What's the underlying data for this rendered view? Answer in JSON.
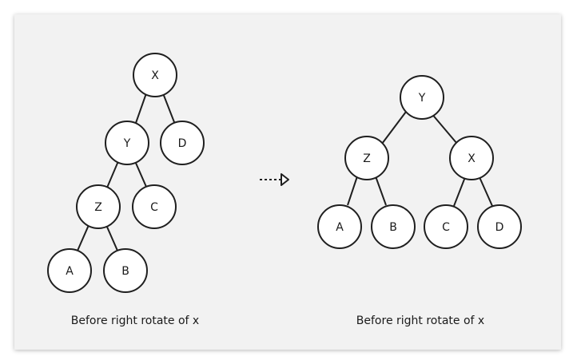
{
  "diagram": {
    "before_tree": {
      "caption": "Before right rotate of x",
      "nodes": [
        {
          "id": "X",
          "label": "X"
        },
        {
          "id": "Y",
          "label": "Y"
        },
        {
          "id": "D",
          "label": "D"
        },
        {
          "id": "Z",
          "label": "Z"
        },
        {
          "id": "C",
          "label": "C"
        },
        {
          "id": "A",
          "label": "A"
        },
        {
          "id": "B",
          "label": "B"
        }
      ],
      "edges": [
        [
          "X",
          "Y"
        ],
        [
          "X",
          "D"
        ],
        [
          "Y",
          "Z"
        ],
        [
          "Y",
          "C"
        ],
        [
          "Z",
          "A"
        ],
        [
          "Z",
          "B"
        ]
      ]
    },
    "after_tree": {
      "caption": "Before right rotate of x",
      "nodes": [
        {
          "id": "Y",
          "label": "Y"
        },
        {
          "id": "Z",
          "label": "Z"
        },
        {
          "id": "X",
          "label": "X"
        },
        {
          "id": "A",
          "label": "A"
        },
        {
          "id": "B",
          "label": "B"
        },
        {
          "id": "C",
          "label": "C"
        },
        {
          "id": "D",
          "label": "D"
        }
      ],
      "edges": [
        [
          "Y",
          "Z"
        ],
        [
          "Y",
          "X"
        ],
        [
          "Z",
          "A"
        ],
        [
          "Z",
          "B"
        ],
        [
          "X",
          "C"
        ],
        [
          "X",
          "D"
        ]
      ]
    },
    "arrow_icon": "dashed-arrow-right-icon",
    "colors": {
      "panel": "#f2f2f2",
      "stroke": "#1f1f1f",
      "node_fill": "#ffffff"
    }
  }
}
